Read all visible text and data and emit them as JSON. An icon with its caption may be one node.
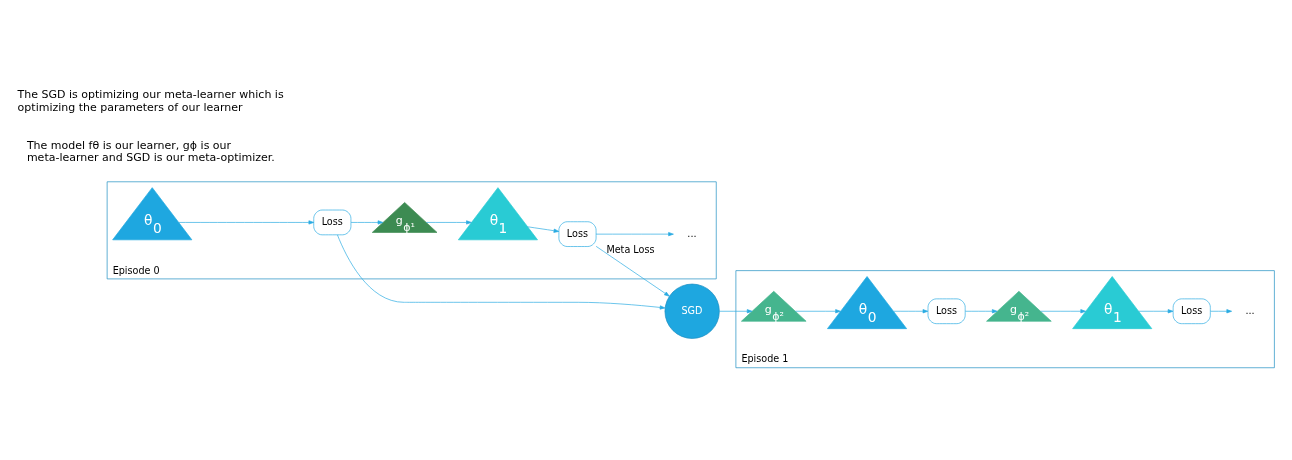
{
  "diagram": {
    "nodes": [
      {
        "text": [
          "Episode 0"
        ]
      },
      {
        "text": [
          "Loss"
        ],
        "in": 0
      },
      {
        "text": [
          "Loss"
        ],
        "in": 0
      },
      {
        "text": [
          "θ$_{0}$"
        ],
        "in": 0
      },
      {
        "text": [
          "g$_{ϕ¹}$"
        ],
        "in": 0
      },
      {
        "text": [
          "θ$_{1}$"
        ],
        "in": 0
      },
      {
        "text": [
          "..."
        ],
        "in": 0
      },
      {
        "text": [
          "SGD"
        ]
      },
      {
        "text": [
          "Episode 1"
        ]
      },
      {
        "text": [
          "Loss"
        ],
        "in": 8
      },
      {
        "text": [
          "Loss"
        ],
        "in": 8
      },
      {
        "text": [
          "g$_{ϕ²}$"
        ],
        "in": 8
      },
      {
        "text": [
          "θ$_{0}$"
        ],
        "in": 8
      },
      {
        "text": [
          "g$_{ϕ²}$"
        ],
        "in": 8
      },
      {
        "text": [
          "θ$_{1}$"
        ],
        "in": 8
      },
      {
        "text": [
          "..."
        ],
        "in": 8
      }
    ],
    "edges": [
      {
        "from": 3,
        "to": 1,
        "arrow": "to"
      },
      {
        "from": 1,
        "to": 4,
        "arrow": "to"
      },
      {
        "from": 4,
        "to": 5,
        "arrow": "to"
      },
      {
        "from": 5,
        "to": 2,
        "arrow": "to"
      },
      {
        "from": 2,
        "to": 6,
        "arrow": "to"
      },
      {
        "from": 1,
        "to": 7,
        "arrow": "to"
      },
      {
        "from": 2,
        "to": 7,
        "arrow": "to",
        "label": "Meta Loss"
      },
      {
        "from": 7,
        "to": 11,
        "arrow": "to"
      },
      {
        "from": 11,
        "to": 12,
        "arrow": "to"
      },
      {
        "from": 12,
        "to": 9,
        "arrow": "to"
      },
      {
        "from": 9,
        "to": 13,
        "arrow": "to"
      },
      {
        "from": 13,
        "to": 14,
        "arrow": "to"
      },
      {
        "from": 14,
        "to": 10,
        "arrow": "to"
      },
      {
        "from": 10,
        "to": 15,
        "arrow": "to"
      }
    ],
    "labels": [
      "The model fθ is our learner, gϕ is our meta-learner and SGD is our meta-optimizer.",
      "The SGD is optimizing our meta-learner which is optimizing the parameters of our learner"
    ]
  }
}
